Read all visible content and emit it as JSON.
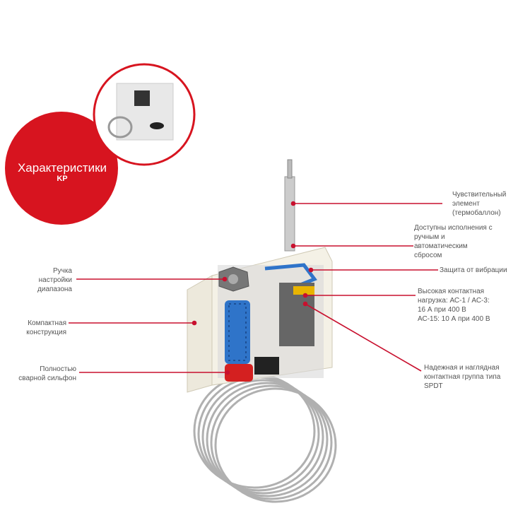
{
  "header": {
    "title": "Характеристики",
    "subtitle": "KP"
  },
  "colors": {
    "accent": "#d7141f",
    "body": "#ede9dc",
    "mechanism": "#2f74c9",
    "bellows": "#d42020"
  },
  "labels": {
    "sensing": "Чувствительный элемент (термобаллон)",
    "reset": "Доступны исполнения с ручным и автоматическим сбросом",
    "vibration": "Защита от вибрации",
    "load": [
      "Высокая контактная",
      "нагрузка: АС-1 / АС-3:",
      "16 А при 400 В",
      "АС-15: 10 А при 400 В"
    ],
    "spdt": "Надежная и наглядная контактная группа типа SPDT",
    "knob": "Ручка настройки диапазона",
    "compact": "Компактная конструкция",
    "bellows": "Полностью сварной сильфон"
  }
}
